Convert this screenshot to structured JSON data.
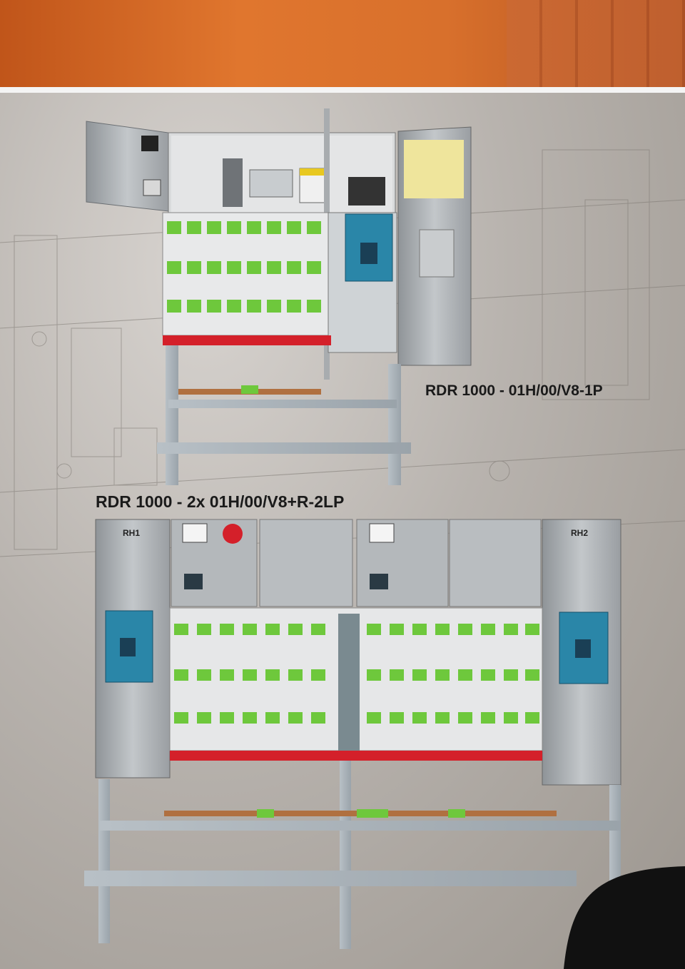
{
  "captions": {
    "top_product": "RDR 1000 - 01H/00/V8-1P",
    "bottom_product": "RDR 1000 - 2x 01H/00/V8+R-2LP"
  },
  "panel_labels": {
    "left": "RH1",
    "right": "RH2"
  },
  "colors": {
    "header_orange": "#d8702c",
    "fuse_green": "#6ec83c",
    "terminal_red": "#d4202a",
    "breaker_blue": "#2a86a8",
    "door_grey": "#a9adb1",
    "corner_black": "#111111"
  }
}
